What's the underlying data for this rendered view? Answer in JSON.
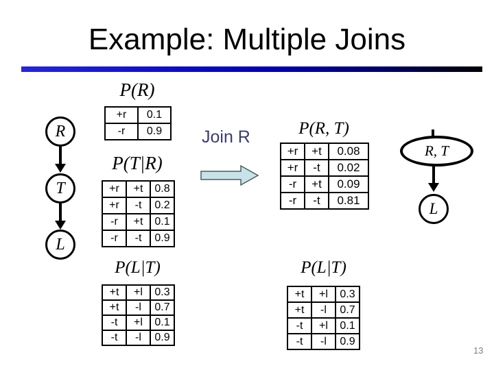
{
  "slide": {
    "title": "Example: Multiple Joins",
    "page_number": "13"
  },
  "join_annotation": {
    "label": "Join R"
  },
  "bayes_net_before": {
    "node_r": "R",
    "node_t": "T",
    "node_l": "L"
  },
  "bayes_net_after": {
    "node_rt": "R, T",
    "node_l": "L"
  },
  "factors": {
    "p_r": {
      "title": "P(R)",
      "rows": [
        [
          "+r",
          "0.1"
        ],
        [
          "-r",
          "0.9"
        ]
      ]
    },
    "p_t_given_r": {
      "title": "P(T|R)",
      "rows": [
        [
          "+r",
          "+t",
          "0.8"
        ],
        [
          "+r",
          "-t",
          "0.2"
        ],
        [
          "-r",
          "+t",
          "0.1"
        ],
        [
          "-r",
          "-t",
          "0.9"
        ]
      ]
    },
    "p_l_given_t": {
      "title": "P(L|T)",
      "rows": [
        [
          "+t",
          "+l",
          "0.3"
        ],
        [
          "+t",
          "-l",
          "0.7"
        ],
        [
          "-t",
          "+l",
          "0.1"
        ],
        [
          "-t",
          "-l",
          "0.9"
        ]
      ]
    },
    "p_r_t": {
      "title": "P(R, T)",
      "rows": [
        [
          "+r",
          "+t",
          "0.08"
        ],
        [
          "+r",
          "-t",
          "0.02"
        ],
        [
          "-r",
          "+t",
          "0.09"
        ],
        [
          "-r",
          "-t",
          "0.81"
        ]
      ]
    },
    "p_l_given_t_after": {
      "title": "P(L|T)",
      "rows": [
        [
          "+t",
          "+l",
          "0.3"
        ],
        [
          "+t",
          "-l",
          "0.7"
        ],
        [
          "-t",
          "+l",
          "0.1"
        ],
        [
          "-t",
          "-l",
          "0.9"
        ]
      ]
    }
  },
  "colors": {
    "title_text": "#000000",
    "accent_bar_blue": "#2626d8",
    "accent_bar_end": "#000000",
    "join_label_text": "#3b3b72",
    "block_arrow_fill": "#c7e3ea",
    "block_arrow_stroke": "#4f5a5e",
    "table_border": "#000000",
    "page_number_text": "#808080"
  }
}
